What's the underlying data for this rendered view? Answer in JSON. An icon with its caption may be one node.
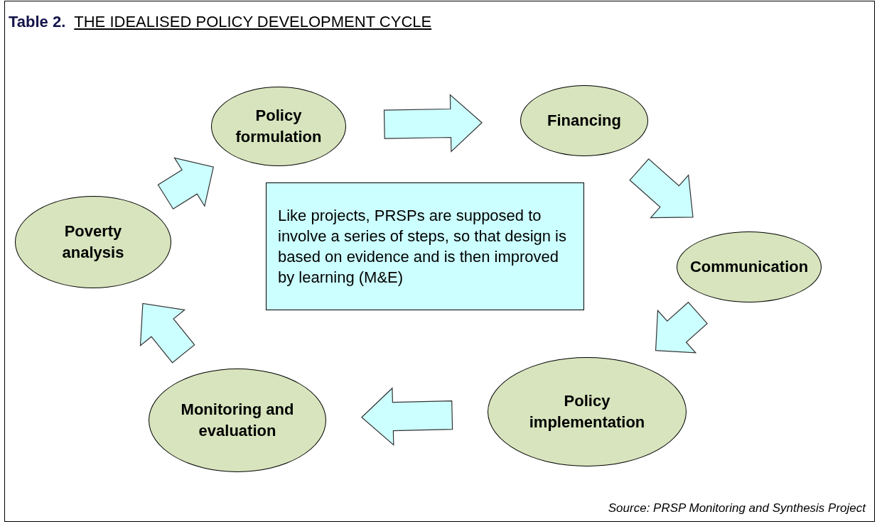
{
  "diagram": {
    "title": "THE IDEALISED POLICY DEVELOPMENT CYCLE",
    "caption": "Source:  PRSP Monitoring and Synthesis Project",
    "nodes": [
      {
        "text": [
          "Policy formulation"
        ]
      },
      {
        "text": [
          "Financing"
        ]
      },
      {
        "text": [
          "Communication"
        ]
      },
      {
        "text": [
          "Policy implementation"
        ]
      },
      {
        "text": [
          "Monitoring and evaluation"
        ]
      },
      {
        "text": [
          "Poverty analysis"
        ]
      },
      {
        "text": [
          "Like projects, PRSPs are supposed to involve a series of steps, so that design is based on evidence and is then improved by learning (M&E)"
        ]
      }
    ],
    "edges": [
      {
        "from": 5,
        "to": 0,
        "arrow": "to"
      },
      {
        "from": 0,
        "to": 1,
        "arrow": "to"
      },
      {
        "from": 1,
        "to": 2,
        "arrow": "to"
      },
      {
        "from": 2,
        "to": 3,
        "arrow": "to"
      },
      {
        "from": 3,
        "to": 4,
        "arrow": "to"
      },
      {
        "from": 4,
        "to": 5,
        "arrow": "to"
      }
    ],
    "labels": [
      "Table 2."
    ]
  }
}
